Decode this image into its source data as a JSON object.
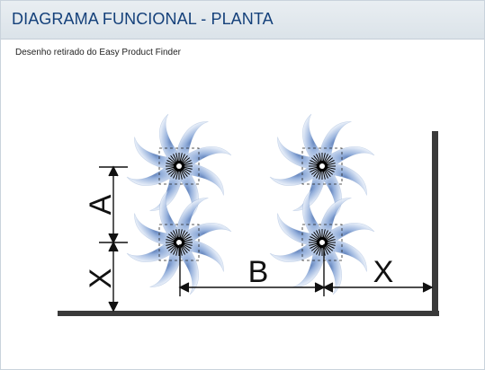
{
  "header": {
    "title": "DIAGRAMA FUNCIONAL - PLANTA"
  },
  "caption": "Desenho retirado do Easy Product Finder",
  "diagram": {
    "labels": {
      "a": "A",
      "x_left": "X",
      "b": "B",
      "x_right": "X"
    },
    "colors": {
      "blade": "#9fb9df",
      "blade_edge": "#6e8fc2",
      "hub": "#000000",
      "line": "#1a1a1a",
      "wall": "#3a3a3a"
    }
  }
}
